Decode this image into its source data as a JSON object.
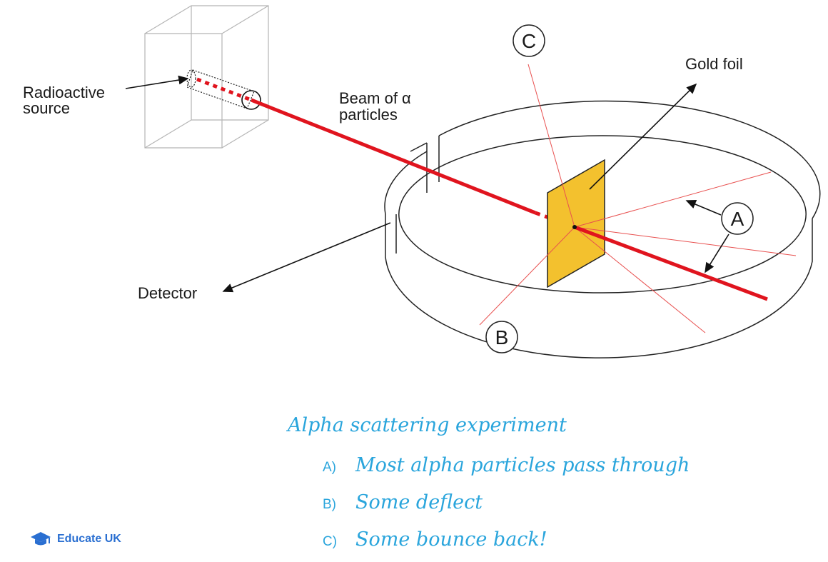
{
  "diagram": {
    "labels": {
      "source_line1": "Radioactive",
      "source_line2": "source",
      "beam_line1": "Beam of α",
      "beam_line2": "particles",
      "gold_foil": "Gold foil",
      "detector": "Detector"
    },
    "markers": {
      "a": "A",
      "b": "B",
      "c": "C"
    },
    "colors": {
      "beam": "#e0141e",
      "foil": "#f3c12e",
      "caption": "#2aa5dc",
      "brand": "#2a6fd1"
    }
  },
  "caption": {
    "title": "Alpha scattering experiment",
    "points": [
      {
        "key": "A)",
        "text": "Most alpha particles pass through"
      },
      {
        "key": "B)",
        "text": "Some deflect"
      },
      {
        "key": "C)",
        "text": "Some bounce back!"
      }
    ]
  },
  "brand": {
    "name": "Educate UK",
    "icon": "graduation-cap-icon"
  }
}
